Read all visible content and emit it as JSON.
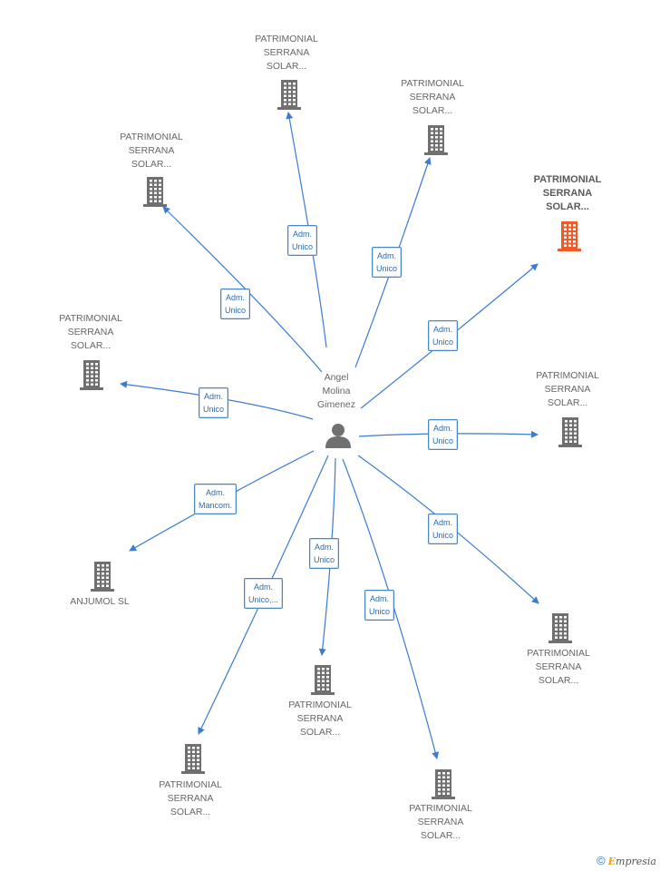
{
  "center": {
    "name": "Angel\nMolina\nGimenez",
    "icon": "person-icon"
  },
  "nodes": [
    {
      "id": "n0",
      "label": "PATRIMONIAL\nSERRANA\nSOLAR...",
      "role": "Adm.\nUnico",
      "highlight": false,
      "icon": "building-icon"
    },
    {
      "id": "n1",
      "label": "PATRIMONIAL\nSERRANA\nSOLAR...",
      "role": "Adm.\nUnico",
      "highlight": false,
      "icon": "building-icon"
    },
    {
      "id": "n2",
      "label": "PATRIMONIAL\nSERRANA\nSOLAR...",
      "role": "Adm.\nUnico",
      "highlight": false,
      "icon": "building-icon"
    },
    {
      "id": "n3",
      "label": "PATRIMONIAL\nSERRANA\nSOLAR...",
      "role": "Adm.\nUnico",
      "highlight": true,
      "icon": "building-icon"
    },
    {
      "id": "n4",
      "label": "PATRIMONIAL\nSERRANA\nSOLAR...",
      "role": "Adm.\nUnico",
      "highlight": false,
      "icon": "building-icon"
    },
    {
      "id": "n5",
      "label": "PATRIMONIAL\nSERRANA\nSOLAR...",
      "role": "Adm.\nUnico",
      "highlight": false,
      "icon": "building-icon"
    },
    {
      "id": "n6",
      "label": "ANJUMOL SL",
      "role": "Adm.\nMancom.",
      "highlight": false,
      "icon": "building-icon"
    },
    {
      "id": "n7",
      "label": "PATRIMONIAL\nSERRANA\nSOLAR...",
      "role": "Adm.\nUnico",
      "highlight": false,
      "icon": "building-icon"
    },
    {
      "id": "n8",
      "label": "PATRIMONIAL\nSERRANA\nSOLAR...",
      "role": "Adm.\nUnico",
      "highlight": false,
      "icon": "building-icon"
    },
    {
      "id": "n9",
      "label": "PATRIMONIAL\nSERRANA\nSOLAR...",
      "role": "Adm.\nUnico,...",
      "highlight": false,
      "icon": "building-icon"
    },
    {
      "id": "n10",
      "label": "PATRIMONIAL\nSERRANA\nSOLAR...",
      "role": "Adm.\nUnico",
      "highlight": false,
      "icon": "building-icon"
    }
  ],
  "colors": {
    "edge": "#3a7bd5",
    "building": "#707070",
    "highlight": "#f05a28",
    "person": "#707070"
  },
  "footer": {
    "copyright": "©",
    "brand_e": "E",
    "brand_rest": "mpresia"
  }
}
